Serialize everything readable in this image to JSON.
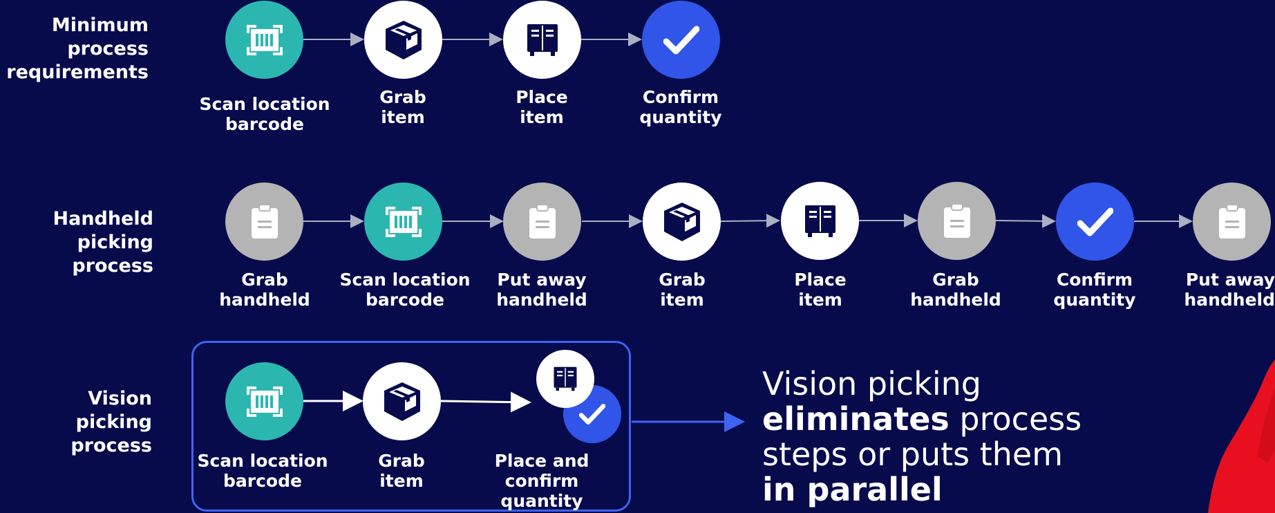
{
  "rows": [
    {
      "title": "Minimum\nprocess\nrequirements",
      "steps": [
        {
          "label": "Scan location\nbarcode",
          "icon": "barcode-scan-icon",
          "style": "teal"
        },
        {
          "label": "Grab\nitem",
          "icon": "box-icon",
          "style": "white"
        },
        {
          "label": "Place\nitem",
          "icon": "locker-icon",
          "style": "white"
        },
        {
          "label": "Confirm\nquantity",
          "icon": "checkmark-icon",
          "style": "blue"
        }
      ]
    },
    {
      "title": "Handheld\npicking\nprocess",
      "steps": [
        {
          "label": "Grab\nhandheld",
          "icon": "clipboard-icon",
          "style": "gray"
        },
        {
          "label": "Scan location\nbarcode",
          "icon": "barcode-scan-icon",
          "style": "teal"
        },
        {
          "label": "Put away\nhandheld",
          "icon": "clipboard-icon",
          "style": "gray"
        },
        {
          "label": "Grab\nitem",
          "icon": "box-icon",
          "style": "white"
        },
        {
          "label": "Place\nitem",
          "icon": "locker-icon",
          "style": "white"
        },
        {
          "label": "Grab\nhandheld",
          "icon": "clipboard-icon",
          "style": "gray"
        },
        {
          "label": "Confirm\nquantity",
          "icon": "checkmark-icon",
          "style": "blue"
        },
        {
          "label": "Put away\nhandheld",
          "icon": "clipboard-icon",
          "style": "gray"
        }
      ]
    },
    {
      "title": "Vision\npicking\nprocess",
      "steps": [
        {
          "label": "Scan location\nbarcode",
          "icon": "barcode-scan-icon",
          "style": "teal"
        },
        {
          "label": "Grab\nitem",
          "icon": "box-icon",
          "style": "white"
        },
        {
          "label": "Place and confirm\nquantity",
          "icon": "locker-icon",
          "style": "white"
        }
      ]
    }
  ],
  "tagline": {
    "line1": "Vision picking",
    "bold1": "eliminates",
    "rest2": " process",
    "line3": "steps or puts them",
    "bold4": "in parallel"
  },
  "colors": {
    "background": "#070b4c",
    "teal": "#2bb7b0",
    "blue": "#3155e8",
    "gray": "#b4b4b4",
    "accent_red": "#e8101e"
  }
}
